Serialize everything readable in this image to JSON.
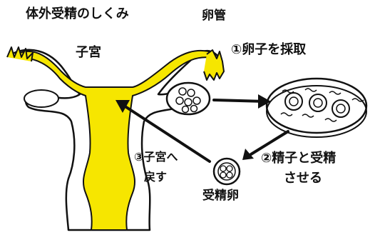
{
  "title": "体外受精のしくみ",
  "labels": {
    "uterus": "子宮",
    "fallopian_tube": "卵管",
    "embryo": "受精卵"
  },
  "steps": [
    {
      "line1": "①卵子を採取",
      "line2": ""
    },
    {
      "line1": "②精子と受精",
      "line2": "させる"
    },
    {
      "line1": "③子宮へ",
      "line2": "戻す"
    }
  ],
  "colors": {
    "ink": "#111111",
    "fill": "#f6e600",
    "paper": "#ffffff"
  }
}
